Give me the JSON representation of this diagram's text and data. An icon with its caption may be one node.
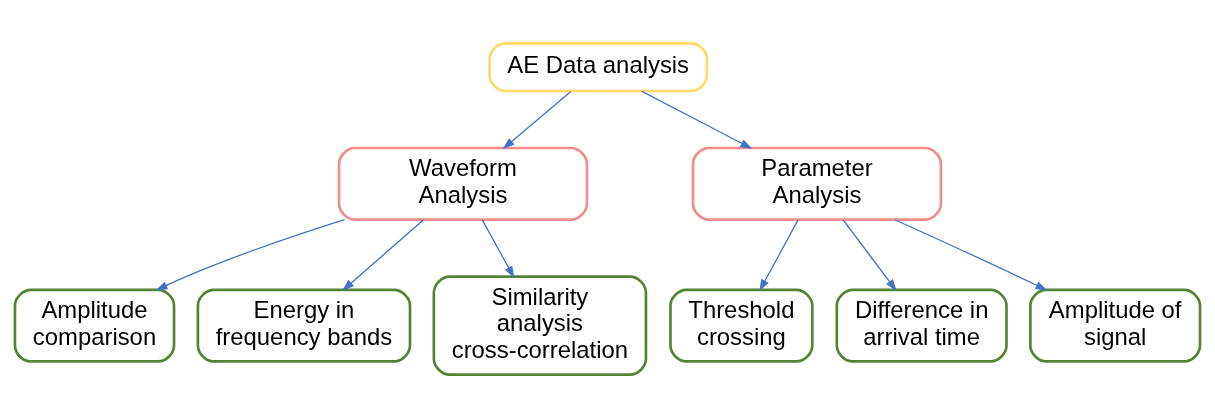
{
  "diagram": {
    "nodes": [
      {
        "text": [
          "AE Data analysis"
        ]
      },
      {
        "text": [
          "Waveform Analysis"
        ]
      },
      {
        "text": [
          "Parameter Analysis"
        ]
      },
      {
        "text": [
          "Amplitude comparison"
        ]
      },
      {
        "text": [
          "Energy in frequency bands"
        ]
      },
      {
        "text": [
          "Similarity analysis cross-correlation"
        ]
      },
      {
        "text": [
          "Threshold crossing"
        ]
      },
      {
        "text": [
          "Difference in arrival time"
        ]
      },
      {
        "text": [
          "Amplitude of signal"
        ]
      }
    ],
    "edges": [
      {
        "from": 0,
        "to": 1,
        "arrow": "to"
      },
      {
        "from": 0,
        "to": 2,
        "arrow": "to"
      },
      {
        "from": 1,
        "to": 3,
        "arrow": "to"
      },
      {
        "from": 1,
        "to": 4,
        "arrow": "to"
      },
      {
        "from": 1,
        "to": 5,
        "arrow": "to"
      },
      {
        "from": 2,
        "to": 6,
        "arrow": "to"
      },
      {
        "from": 2,
        "to": 7,
        "arrow": "to"
      },
      {
        "from": 2,
        "to": 8,
        "arrow": "to"
      }
    ]
  }
}
